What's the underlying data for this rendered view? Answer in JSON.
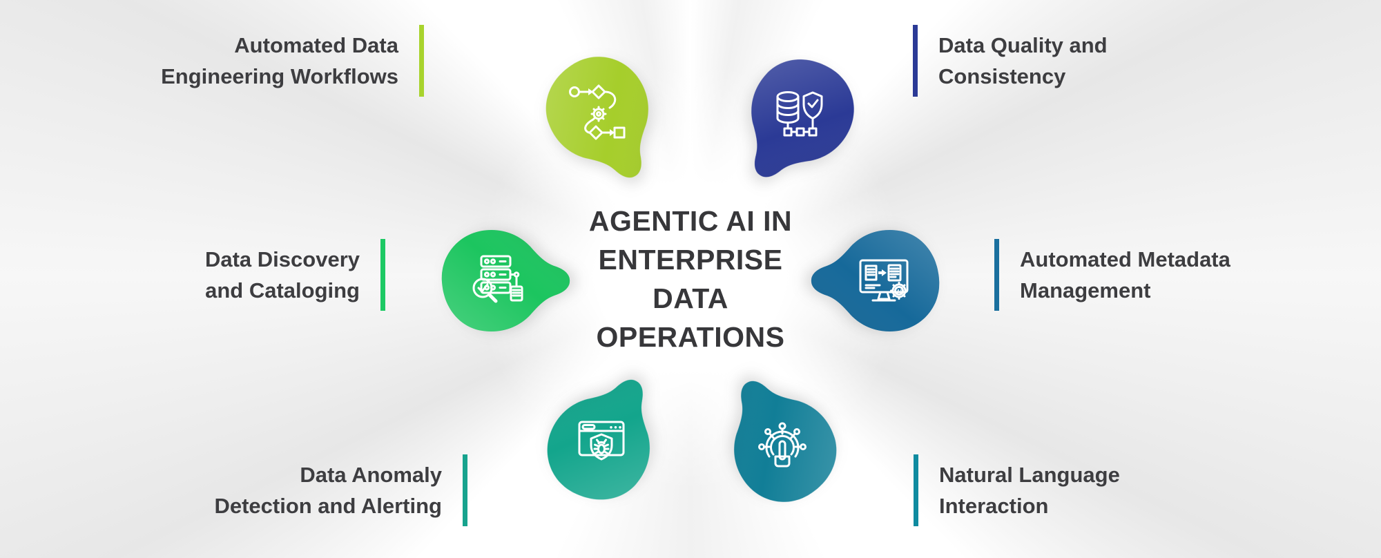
{
  "title": {
    "text": "AGENTIC AI IN\nENTERPRISE\nDATA\nOPERATIONS",
    "color": "#37373a"
  },
  "palette": {
    "background": "#ffffff",
    "ray_gray": "#e7e7e7",
    "label_text": "#3d3d40"
  },
  "items": [
    {
      "id": "automated-data-engineering-workflows",
      "label": "Automated Data\nEngineering Workflows",
      "icon": "workflow-icon",
      "blob_color": "#a6ce2b",
      "bar_color": "#a8d32d",
      "side": "left"
    },
    {
      "id": "data-quality-and-consistency",
      "label": "Data Quality and\nConsistency",
      "icon": "database-shield-icon",
      "blob_color": "#2b3a96",
      "bar_color": "#2b3a96",
      "side": "right"
    },
    {
      "id": "data-discovery-and-cataloging",
      "label": "Data Discovery\nand Cataloging",
      "icon": "server-search-icon",
      "blob_color": "#1cc55f",
      "bar_color": "#1dc964",
      "side": "left"
    },
    {
      "id": "automated-metadata-management",
      "label": "Automated Metadata\nManagement",
      "icon": "monitor-docs-ai-icon",
      "blob_color": "#16699a",
      "bar_color": "#1a6f9e",
      "side": "right"
    },
    {
      "id": "data-anomaly-detection-and-alerting",
      "label": "Data Anomaly\nDetection and Alerting",
      "icon": "browser-bug-shield-icon",
      "blob_color": "#13a58c",
      "bar_color": "#17a38e",
      "side": "left"
    },
    {
      "id": "natural-language-interaction",
      "label": "Natural Language\nInteraction",
      "icon": "touch-network-icon",
      "blob_color": "#117e97",
      "bar_color": "#0f8ba0",
      "side": "right"
    }
  ]
}
